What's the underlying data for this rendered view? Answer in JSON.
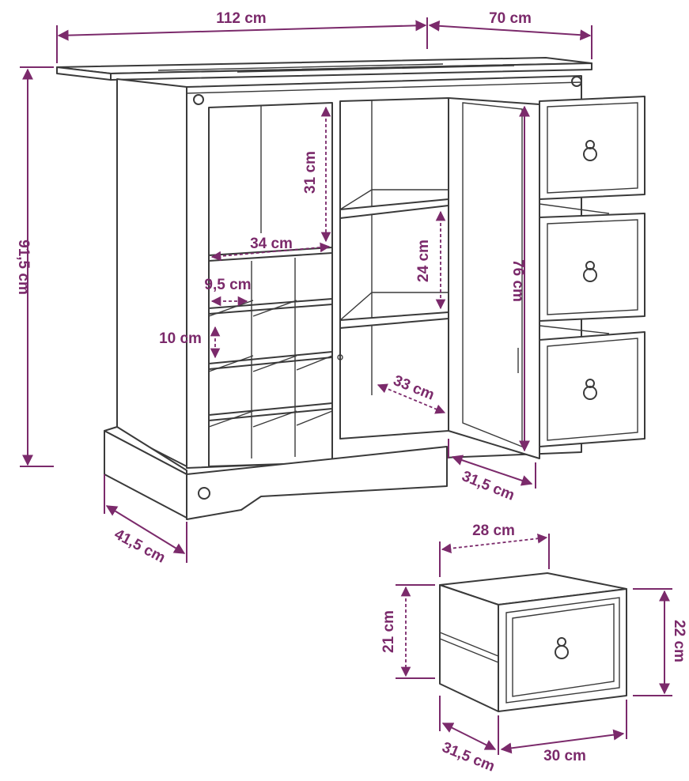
{
  "colors": {
    "dimension": "#7b2a6b",
    "outline": "#3a3a3a",
    "background": "#ffffff"
  },
  "dimensions": {
    "total_width": "112 cm",
    "total_depth": "70 cm",
    "total_height": "91,5 cm",
    "shelf_height_upper": "31 cm",
    "wine_rack_width": "34 cm",
    "bottle_slot_width": "9,5 cm",
    "bottle_slot_height": "10 cm",
    "shelf_height_middle": "24 cm",
    "inner_depth": "33 cm",
    "door_height": "76 cm",
    "door_depth": "31,5 cm",
    "cabinet_depth": "41,5 cm",
    "drawer_inner_width": "28 cm",
    "drawer_inner_height": "21 cm",
    "drawer_height": "22 cm",
    "drawer_depth": "31,5 cm",
    "drawer_width": "30 cm"
  }
}
